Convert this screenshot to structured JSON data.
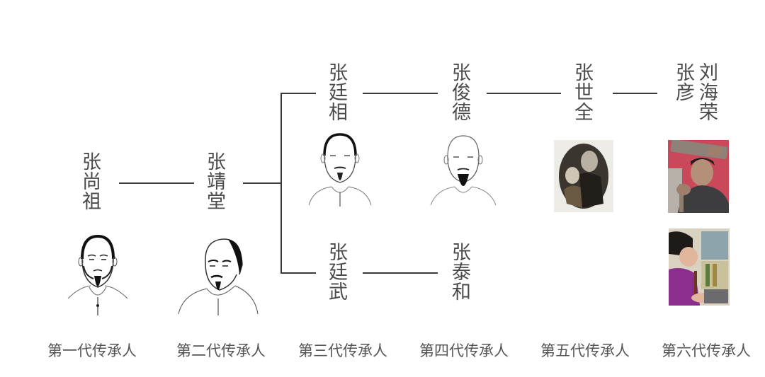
{
  "diagram": {
    "type": "lineage-tree",
    "subject": "传承人谱系",
    "generations": [
      {
        "label": "第一代传承人",
        "members": [
          "张尚祖"
        ]
      },
      {
        "label": "第二代传承人",
        "members": [
          "张靖堂"
        ]
      },
      {
        "label": "第三代传承人",
        "members": [
          "张廷相",
          "张廷武"
        ]
      },
      {
        "label": "第四代传承人",
        "members": [
          "张俊德",
          "张泰和"
        ]
      },
      {
        "label": "第五代传承人",
        "members": [
          "张世全"
        ]
      },
      {
        "label": "第六代传承人",
        "members": [
          "刘海荣",
          "张彦"
        ]
      }
    ],
    "edges": [
      [
        "张尚祖",
        "张靖堂"
      ],
      [
        "张靖堂",
        "张廷相"
      ],
      [
        "张靖堂",
        "张廷武"
      ],
      [
        "张廷相",
        "张俊德"
      ],
      [
        "张俊德",
        "张世全"
      ],
      [
        "张世全",
        "刘海荣/张彦"
      ],
      [
        "张廷武",
        "张泰和"
      ]
    ]
  },
  "names": {
    "g1": [
      "张",
      "尚",
      "祖"
    ],
    "g2": [
      "张",
      "靖",
      "堂"
    ],
    "g3a": [
      "张",
      "廷",
      "相"
    ],
    "g3b": [
      "张",
      "廷",
      "武"
    ],
    "g4a": [
      "张",
      "俊",
      "德"
    ],
    "g4b": [
      "张",
      "泰",
      "和"
    ],
    "g5": [
      "张",
      "世",
      "全"
    ],
    "g6a": [
      "刘",
      "海",
      "荣"
    ],
    "g6b": [
      "张",
      "彦"
    ]
  },
  "labels": {
    "g1": "第一代传承人",
    "g2": "第二代传承人",
    "g3": "第三代传承人",
    "g4": "第四代传承人",
    "g5": "第五代传承人",
    "g6": "第六代传承人"
  },
  "images": {
    "g1": "drawn-portrait-bald-man-beard",
    "g2": "drawn-portrait-man-three-quarter",
    "g3a": "drawn-portrait-man-goatee",
    "g4a": "drawn-portrait-bald-man-goatee",
    "g5": "sepia-oval-photo-man-with-child",
    "g6a": "photo-man-carving-wood",
    "g6b": "photo-woman-purple-shirt-working"
  },
  "colors": {
    "line": "#3a3a3a",
    "text": "#4a4a4a",
    "background": "#ffffff"
  }
}
